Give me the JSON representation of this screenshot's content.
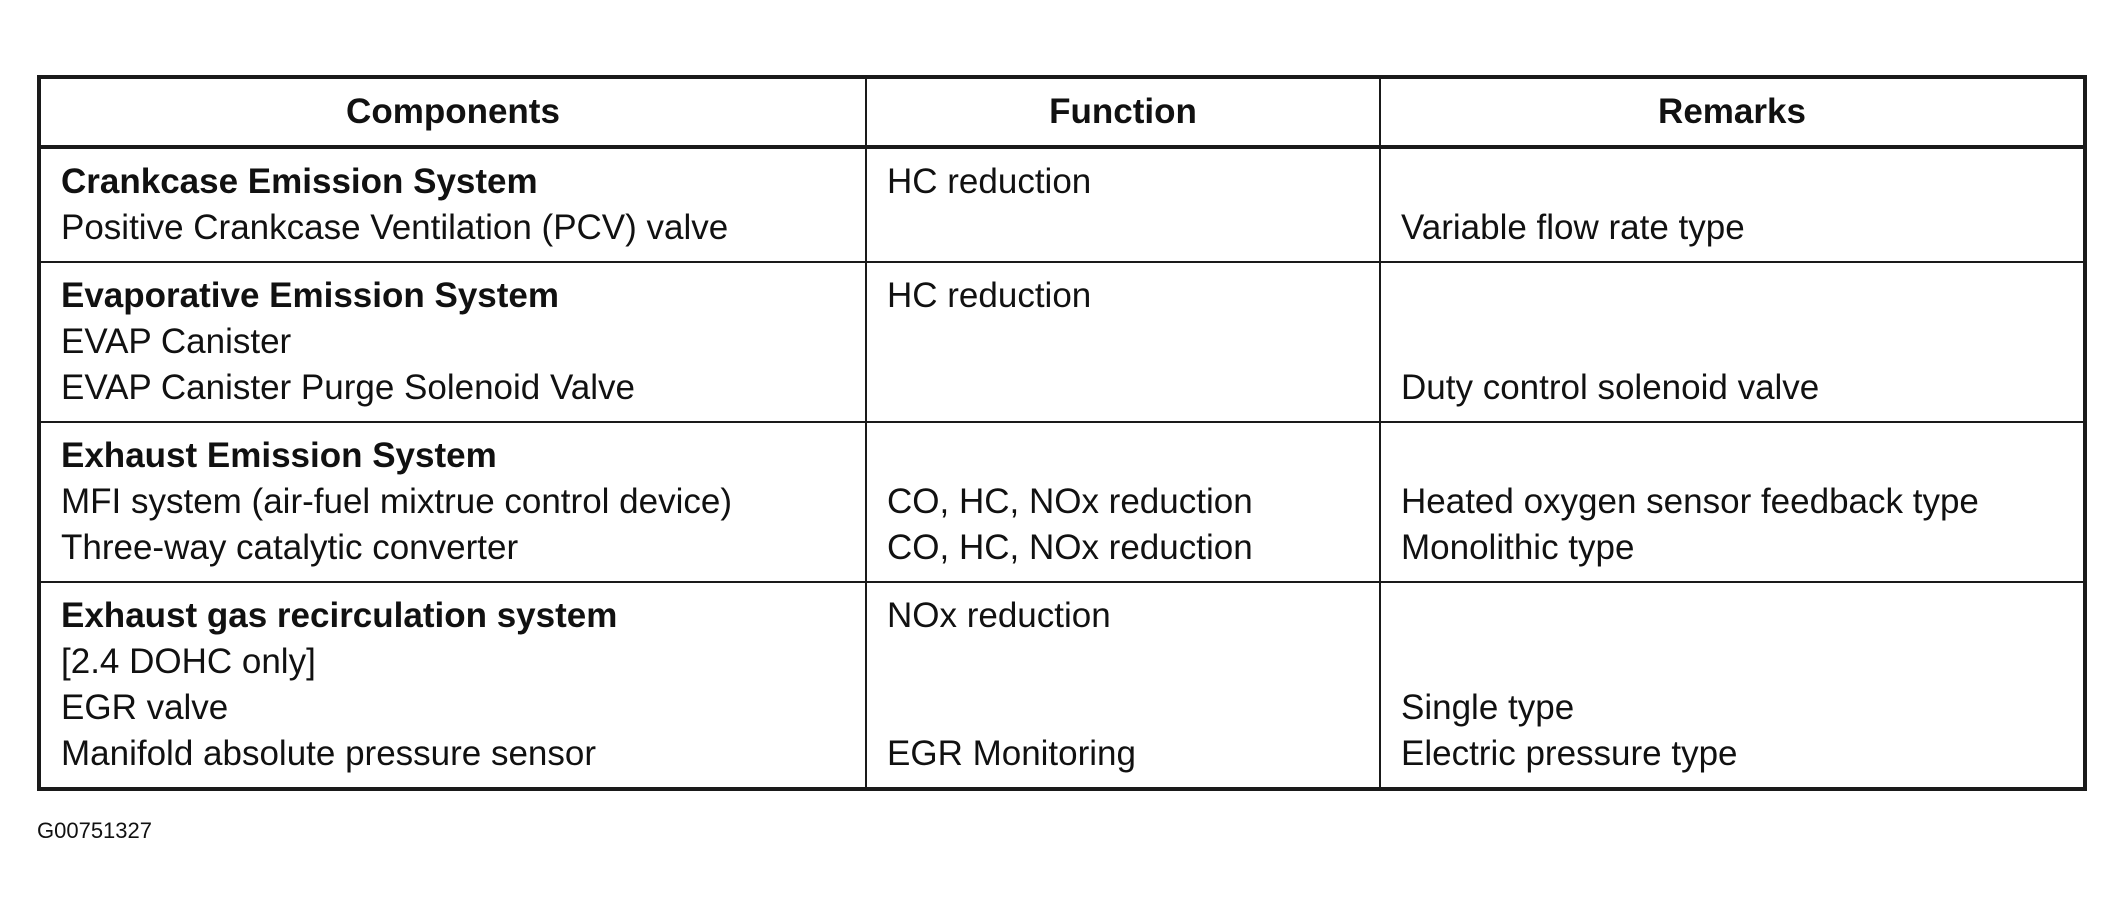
{
  "headers": {
    "components": "Components",
    "function": "Function",
    "remarks": "Remarks"
  },
  "rows": [
    {
      "components": [
        "Crankcase Emission System",
        "Positive Crankcase Ventilation (PCV) valve"
      ],
      "function": [
        "HC reduction",
        ""
      ],
      "remarks": [
        "",
        "Variable flow rate type"
      ]
    },
    {
      "components": [
        "Evaporative Emission System",
        "EVAP Canister",
        "EVAP Canister Purge Solenoid Valve"
      ],
      "function": [
        "HC reduction",
        "",
        ""
      ],
      "remarks": [
        "",
        "",
        "Duty control solenoid valve"
      ]
    },
    {
      "components": [
        "Exhaust Emission System",
        "MFI system (air-fuel mixtrue control device)",
        "Three-way catalytic converter"
      ],
      "function": [
        "",
        "CO, HC, NOx reduction",
        "CO, HC, NOx reduction"
      ],
      "remarks": [
        "",
        "Heated oxygen sensor feedback type",
        "Monolithic type"
      ]
    },
    {
      "components": [
        "Exhaust gas recirculation system",
        "[2.4 DOHC only]",
        "EGR valve",
        "Manifold absolute pressure sensor"
      ],
      "function": [
        "NOx reduction",
        "",
        "",
        "EGR Monitoring"
      ],
      "remarks": [
        "",
        "",
        "Single type",
        "Electric pressure type"
      ]
    }
  ],
  "figure_id": "G00751327"
}
